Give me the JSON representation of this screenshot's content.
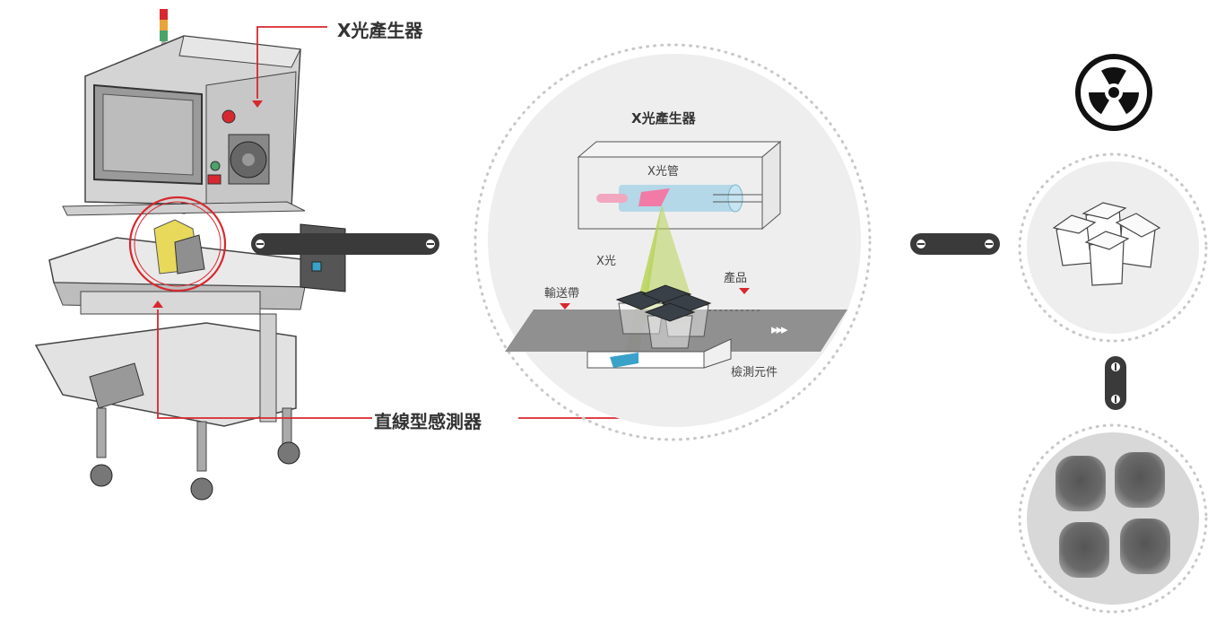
{
  "labels": {
    "xray_generator": "X光產生器",
    "linear_sensor": "直線型感測器"
  },
  "detail": {
    "title": "X光產生器",
    "tube": "X光管",
    "xray": "X光",
    "conveyor": "輸送帶",
    "product": "產品",
    "detector": "檢測元件",
    "flow_arrows": "▸▸▸"
  },
  "icons": {
    "radiation": "radiation-icon"
  },
  "colors": {
    "accent_red": "#d7282f",
    "connector": "#3a3a3a",
    "beam": "#b9d35a",
    "tube": "#a9d3e6",
    "emitter": "#f2a7c0",
    "detector": "#3aa2c9",
    "conveyor": "#8a8a8a",
    "circle_bg": "#eeeeee"
  }
}
